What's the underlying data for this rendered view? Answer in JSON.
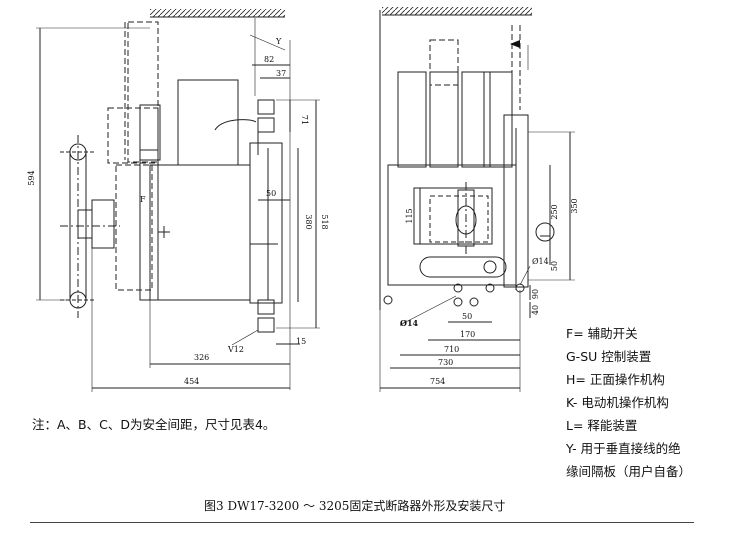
{
  "dims": {
    "d594": "594",
    "d82": "82",
    "d37": "37",
    "d71": "71",
    "d380": "380",
    "d518": "518",
    "d50": "50",
    "d15": "15",
    "d326": "326",
    "d454": "454",
    "v12": "V12",
    "yLabel": "Y",
    "fLabel": "F",
    "d115": "115",
    "d250": "250",
    "d350": "350",
    "d50b": "50",
    "d14b": "Ø14",
    "d14a": "Ø14",
    "d50c": "50",
    "d170": "170",
    "d710": "710",
    "d730": "730",
    "d754": "754",
    "d90": "90",
    "d40": "40"
  },
  "legend": [
    "F= 辅助开关",
    "G-SU 控制装置",
    "H= 正面操作机构",
    "K- 电动机操作机构",
    "L= 释能装置",
    "Y- 用于垂直接线的绝",
    "缘间隔板（用户自备）"
  ],
  "note": "注：A、B、C、D为安全间距，尺寸见表4。",
  "caption": "图3   DW17-3200  ～  3205固定式断路器外形及安装尺寸"
}
